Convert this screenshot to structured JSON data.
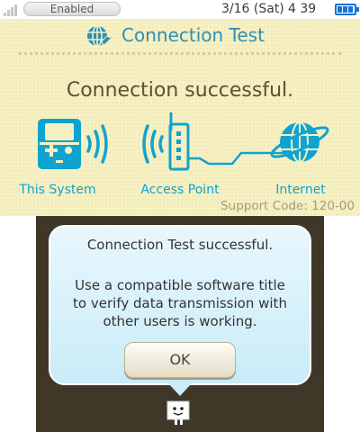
{
  "status_bar": {
    "wifi_label": "Enabled",
    "date": "3/16 (Sat)",
    "time": "4 39",
    "signal_icon": "signal-bars-icon",
    "battery_icon": "battery-icon",
    "accent": "#1a73d9"
  },
  "header": {
    "icon": "globe-wrench-icon",
    "title": "Connection Test",
    "color": "#2e8fb6"
  },
  "result": {
    "message": "Connection successful.",
    "support_code": "Support Code: 120-00"
  },
  "diagram": {
    "nodes": [
      {
        "label": "This System",
        "icon": "handheld-console-icon"
      },
      {
        "label": "Access Point",
        "icon": "router-icon"
      },
      {
        "label": "Internet",
        "icon": "globe-icon"
      }
    ],
    "accent": "#11a3cf"
  },
  "dialog": {
    "title": "Connection Test successful.",
    "body_lines": [
      "Use a compatible software title",
      "to verify data transmission with",
      "other users is working."
    ],
    "ok_label": "OK",
    "mascot_icon": "mascot-icon"
  }
}
